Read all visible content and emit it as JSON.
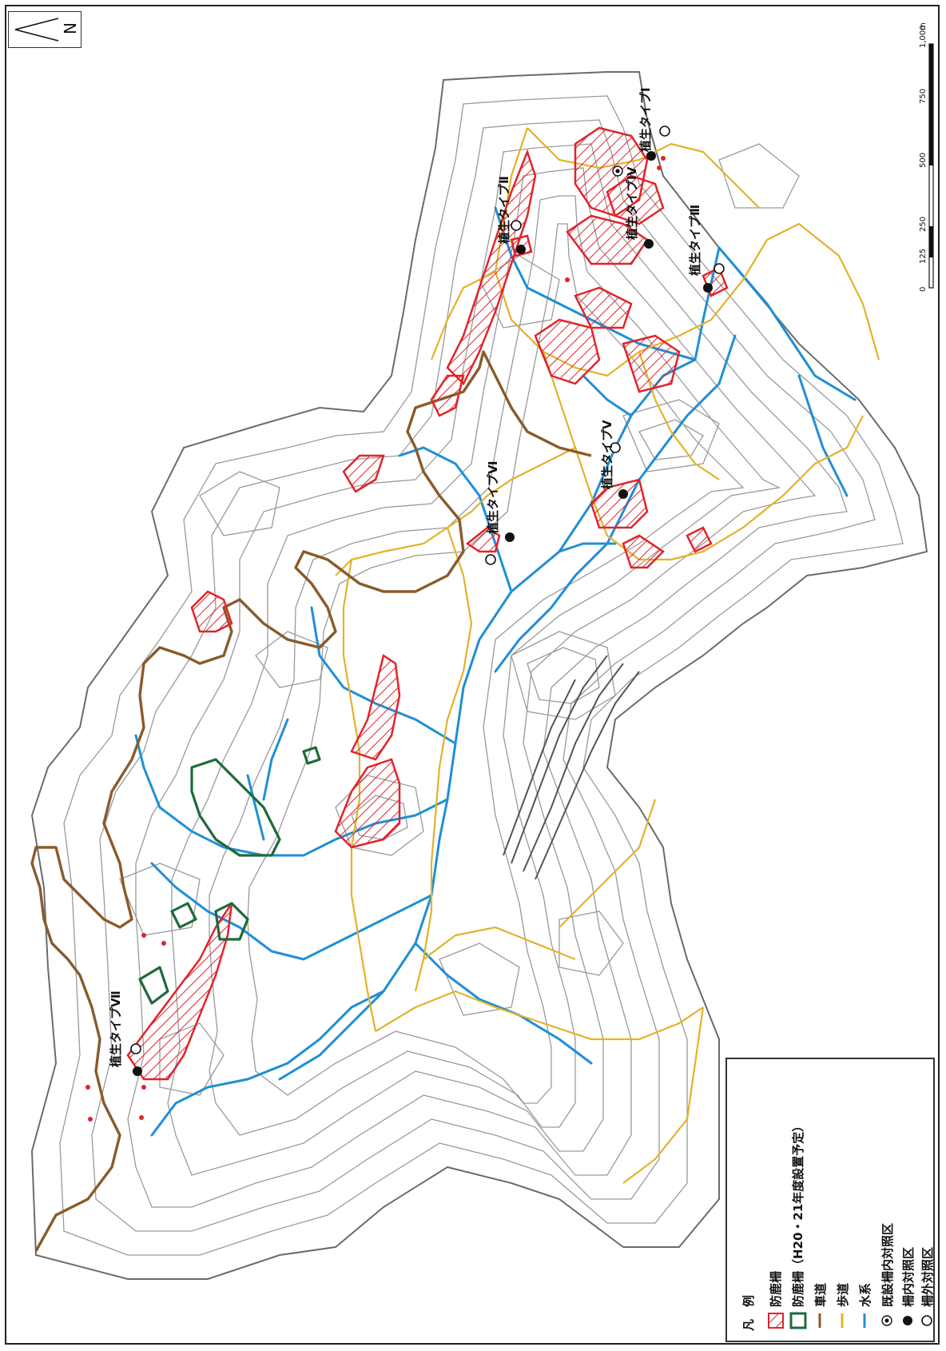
{
  "north": {
    "letter": "N"
  },
  "scale": {
    "ticks": [
      "0",
      "125",
      "250",
      "500",
      "750",
      "1,000"
    ],
    "unit": "m"
  },
  "labels": {
    "type1": "植生タイプⅠ",
    "type2": "植生タイプⅡ",
    "type3": "植生タイプⅢ",
    "type4": "植生タイプⅣ",
    "type5": "植生タイプⅤ",
    "type6": "植生タイプⅥ",
    "type7": "植生タイプⅦ"
  },
  "legend": {
    "title": "凡　例",
    "items": [
      {
        "label": "防鹿柵",
        "icon": "red-hatch-icon"
      },
      {
        "label": "防鹿柵（H20・21年度設置予定）",
        "icon": "green-outline-icon"
      },
      {
        "label": "車道",
        "icon": "brown-line-icon"
      },
      {
        "label": "歩道",
        "icon": "yellow-line-icon"
      },
      {
        "label": "水系",
        "icon": "blue-line-icon"
      },
      {
        "label": "既設柵内対照区",
        "icon": "double-circle-icon"
      },
      {
        "label": "柵内対照区",
        "icon": "filled-circle-icon"
      },
      {
        "label": "柵外対照区",
        "icon": "open-circle-icon"
      }
    ]
  },
  "colors": {
    "fence": "#e0242b",
    "planned_fence": "#1f6a3a",
    "road": "#8a5a2b",
    "trail": "#e3b22a",
    "water": "#1f8fd6",
    "contour": "#9a9a9a"
  }
}
